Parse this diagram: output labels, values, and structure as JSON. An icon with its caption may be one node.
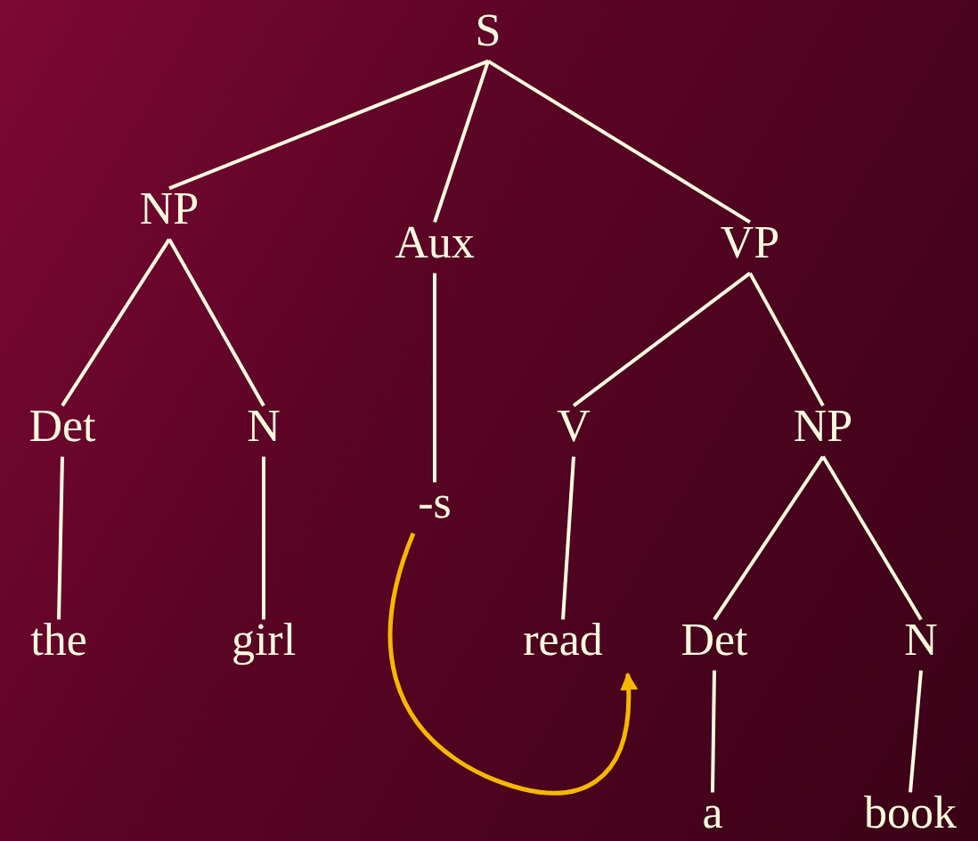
{
  "diagram": {
    "nodes": [
      {
        "text": [
          "S"
        ]
      },
      {
        "text": [
          "NP"
        ]
      },
      {
        "text": [
          "Aux"
        ]
      },
      {
        "text": [
          "VP"
        ]
      },
      {
        "text": [
          "Det"
        ]
      },
      {
        "text": [
          "N"
        ]
      },
      {
        "text": [
          "-s"
        ]
      },
      {
        "text": [
          "V"
        ]
      },
      {
        "text": [
          "NP"
        ]
      },
      {
        "text": [
          "the"
        ]
      },
      {
        "text": [
          "girl"
        ]
      },
      {
        "text": [
          "read"
        ]
      },
      {
        "text": [
          "Det"
        ]
      },
      {
        "text": [
          "N"
        ]
      },
      {
        "text": [
          "a"
        ]
      },
      {
        "text": [
          "book"
        ]
      }
    ],
    "edges": [
      {
        "from": 0,
        "to": 1,
        "arrow": "none"
      },
      {
        "from": 0,
        "to": 2,
        "arrow": "none"
      },
      {
        "from": 0,
        "to": 3,
        "arrow": "none"
      },
      {
        "from": 1,
        "to": 4,
        "arrow": "none"
      },
      {
        "from": 1,
        "to": 5,
        "arrow": "none"
      },
      {
        "from": 2,
        "to": 6,
        "arrow": "none"
      },
      {
        "from": 3,
        "to": 7,
        "arrow": "none"
      },
      {
        "from": 3,
        "to": 8,
        "arrow": "none"
      },
      {
        "from": 4,
        "to": 9,
        "arrow": "none"
      },
      {
        "from": 5,
        "to": 10,
        "arrow": "none"
      },
      {
        "from": 7,
        "to": 11,
        "arrow": "none"
      },
      {
        "from": 8,
        "to": 12,
        "arrow": "none"
      },
      {
        "from": 8,
        "to": 13,
        "arrow": "none"
      },
      {
        "from": 12,
        "to": 14,
        "arrow": "none"
      },
      {
        "from": 13,
        "to": 15,
        "arrow": "none"
      },
      {
        "from": 6,
        "to": 11,
        "arrow": "to",
        "color": "#f5b800"
      }
    ]
  }
}
